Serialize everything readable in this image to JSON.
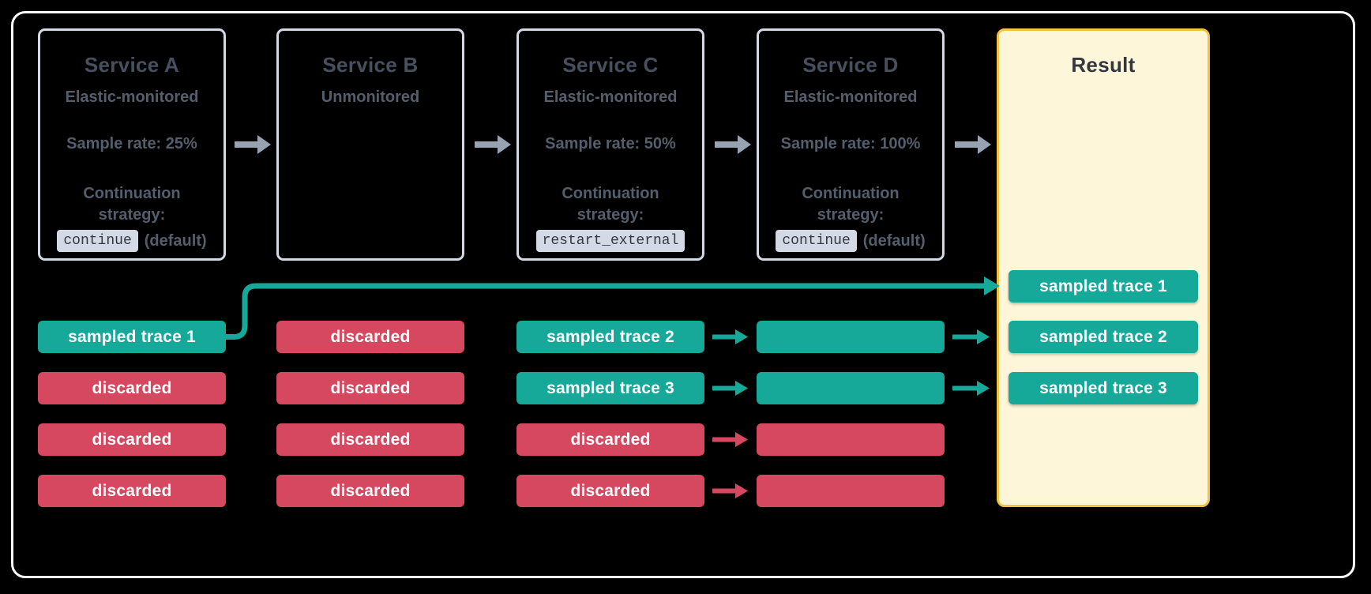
{
  "colors": {
    "background": "#000000",
    "frame_border": "#ffffff",
    "service_box_border": "#d3dae6",
    "service_title_text": "#46505f",
    "service_body_text": "#545e6d",
    "chip_background": "#d3dae6",
    "chip_text": "#343741",
    "result_background": "#fdf6d8",
    "result_border": "#f1c440",
    "result_title_text": "#343741",
    "sampled_teal": "#16a898",
    "discarded_red": "#d5485f",
    "arrow_gray": "#98a2b3",
    "pill_text": "#ffffff"
  },
  "services": [
    {
      "title": "Service A",
      "monitoring": "Elastic-monitored",
      "sample_rate": "Sample rate: 25%",
      "strategy_label": "Continuation strategy:",
      "strategy_value": "continue",
      "strategy_suffix": "(default)"
    },
    {
      "title": "Service B",
      "monitoring": "Unmonitored"
    },
    {
      "title": "Service C",
      "monitoring": "Elastic-monitored",
      "sample_rate": "Sample rate: 50%",
      "strategy_label": "Continuation strategy:",
      "strategy_value": "restart_external",
      "strategy_suffix": ""
    },
    {
      "title": "Service D",
      "monitoring": "Elastic-monitored",
      "sample_rate": "Sample rate: 100%",
      "strategy_label": "Continuation strategy:",
      "strategy_value": "continue",
      "strategy_suffix": "(default)"
    }
  ],
  "result": {
    "title": "Result",
    "pills": [
      {
        "label": "sampled trace 1",
        "type": "sampled"
      },
      {
        "label": "sampled trace 2",
        "type": "sampled"
      },
      {
        "label": "sampled trace 3",
        "type": "sampled"
      }
    ]
  },
  "trace_columns": {
    "service_a": [
      {
        "label": "sampled trace 1",
        "type": "sampled"
      },
      {
        "label": "discarded",
        "type": "discarded"
      },
      {
        "label": "discarded",
        "type": "discarded"
      },
      {
        "label": "discarded",
        "type": "discarded"
      }
    ],
    "service_b": [
      {
        "label": "discarded",
        "type": "discarded"
      },
      {
        "label": "discarded",
        "type": "discarded"
      },
      {
        "label": "discarded",
        "type": "discarded"
      },
      {
        "label": "discarded",
        "type": "discarded"
      }
    ],
    "service_c": [
      {
        "label": "sampled trace 2",
        "type": "sampled"
      },
      {
        "label": "sampled trace 3",
        "type": "sampled"
      },
      {
        "label": "discarded",
        "type": "discarded"
      },
      {
        "label": "discarded",
        "type": "discarded"
      }
    ],
    "service_d": [
      {
        "label": "",
        "type": "sampled"
      },
      {
        "label": "",
        "type": "sampled"
      },
      {
        "label": "",
        "type": "discarded"
      },
      {
        "label": "",
        "type": "discarded"
      }
    ]
  }
}
